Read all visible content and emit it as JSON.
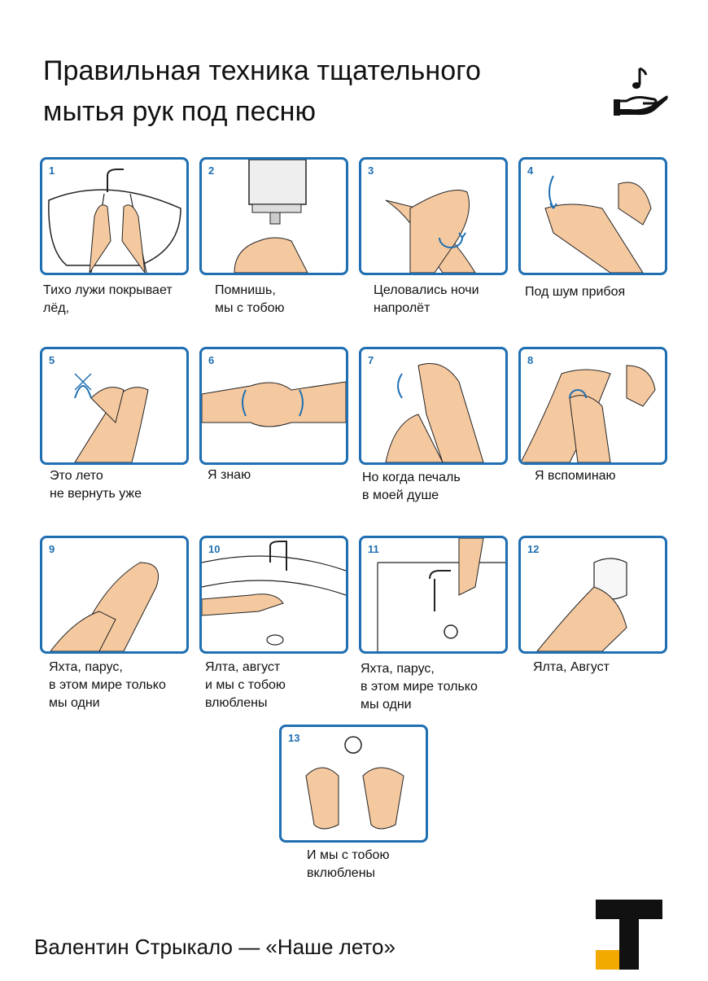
{
  "header": {
    "title_line1": "Правильная техника тщательного",
    "title_line2": "мытья рук под песню",
    "icon": "hand-with-music-note-icon"
  },
  "steps": [
    {
      "number": "1",
      "caption": "Тихо лужи покрывает\nлёд,",
      "illustration": "hands-under-faucet-icon"
    },
    {
      "number": "2",
      "caption": "Помнишь,\nмы с тобою",
      "illustration": "soap-dispenser-icon"
    },
    {
      "number": "3",
      "caption": "Целовались ночи\nнапролёт",
      "illustration": "palm-to-palm-icon"
    },
    {
      "number": "4",
      "caption": "Под шум прибоя",
      "illustration": "interlaced-fingers-icon"
    },
    {
      "number": "5",
      "caption": "Это лето\nне вернуть уже",
      "illustration": "back-of-hands-icon"
    },
    {
      "number": "6",
      "caption": "Я знаю",
      "illustration": "interlocked-fingers-icon"
    },
    {
      "number": "7",
      "caption": "Но когда печаль\nв моей душе",
      "illustration": "rotational-thumb-icon"
    },
    {
      "number": "8",
      "caption": "Я вспоминаю",
      "illustration": "fingertips-on-palm-icon"
    },
    {
      "number": "9",
      "caption": "Яхта, парус,\nв этом мире только\nмы одни",
      "illustration": "wrist-rub-icon"
    },
    {
      "number": "10",
      "caption": "Ялта, август\nи мы с тобою\nвлюблены",
      "illustration": "rinse-hands-icon"
    },
    {
      "number": "11",
      "caption": "Яхта, парус,\nв этом мире только\nмы одни",
      "illustration": "close-faucet-with-elbow-icon"
    },
    {
      "number": "12",
      "caption": "Ялта, Август",
      "illustration": "dry-with-towel-icon"
    },
    {
      "number": "13",
      "caption": "И мы с тобою\nвклюблены",
      "illustration": "clean-hands-icon"
    }
  ],
  "footer": {
    "credit": "Валентин Стрыкало — «Наше лето»",
    "logo": "t-logo-icon"
  },
  "colors": {
    "accent_blue": "#1f6fb2",
    "skin": "#f5c9a0",
    "logo_black": "#111111",
    "logo_yellow": "#f2a900"
  }
}
